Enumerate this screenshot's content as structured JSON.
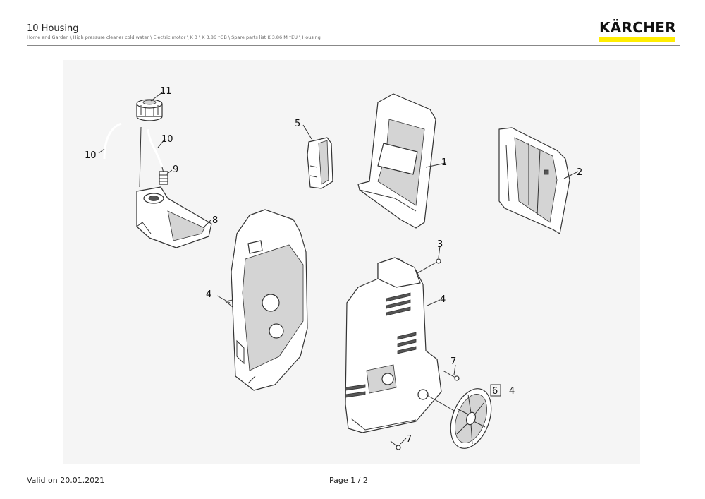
{
  "header": {
    "title": "10 Housing",
    "breadcrumb": "Home and Garden \\ High pressure cleaner cold water \\ Electric motor \\ K 3 \\ K 3.86 *GB \\ Spare parts list K 3.86 M *EU \\ Housing"
  },
  "brand": {
    "name": "KÄRCHER",
    "accent_color": "#ffed00"
  },
  "diagram": {
    "callouts": [
      "11",
      "10",
      "10",
      "9",
      "8",
      "5",
      "1",
      "2",
      "3",
      "4",
      "4",
      "7",
      "6",
      "4",
      "7"
    ]
  },
  "footer": {
    "valid": "Valid on 20.01.2021",
    "page": "Page 1 / 2"
  }
}
